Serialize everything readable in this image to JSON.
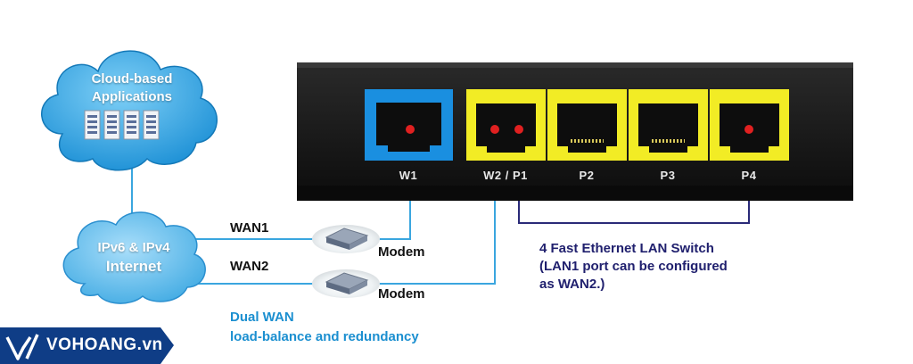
{
  "cloud_apps": {
    "line1": "Cloud-based",
    "line2": "Applications"
  },
  "internet": {
    "line1": "IPv6 & IPv4",
    "line2": "Internet"
  },
  "links": [
    {
      "wan": "WAN1",
      "modem": "Modem"
    },
    {
      "wan": "WAN2",
      "modem": "Modem"
    }
  ],
  "ports": [
    {
      "label": "W1",
      "color": "#1a8fe0"
    },
    {
      "label": "W2 / P1",
      "color": "#f2ec25"
    },
    {
      "label": "P2",
      "color": "#f2ec25"
    },
    {
      "label": "P3",
      "color": "#f2ec25"
    },
    {
      "label": "P4",
      "color": "#f2ec25"
    }
  ],
  "lan_note": {
    "line1": "4 Fast Ethernet LAN Switch",
    "line2": "(LAN1 port can be configured",
    "line3": "as WAN2.)"
  },
  "dual_wan": {
    "line1": "Dual WAN",
    "line2": "load-balance and redundancy"
  },
  "logo": {
    "text": "VOHOANG.vn"
  },
  "colors": {
    "wire_blue": "#3aa6df",
    "wire_navy": "#2a2a78",
    "cloud": "#36a6e4",
    "device": "#141414"
  }
}
